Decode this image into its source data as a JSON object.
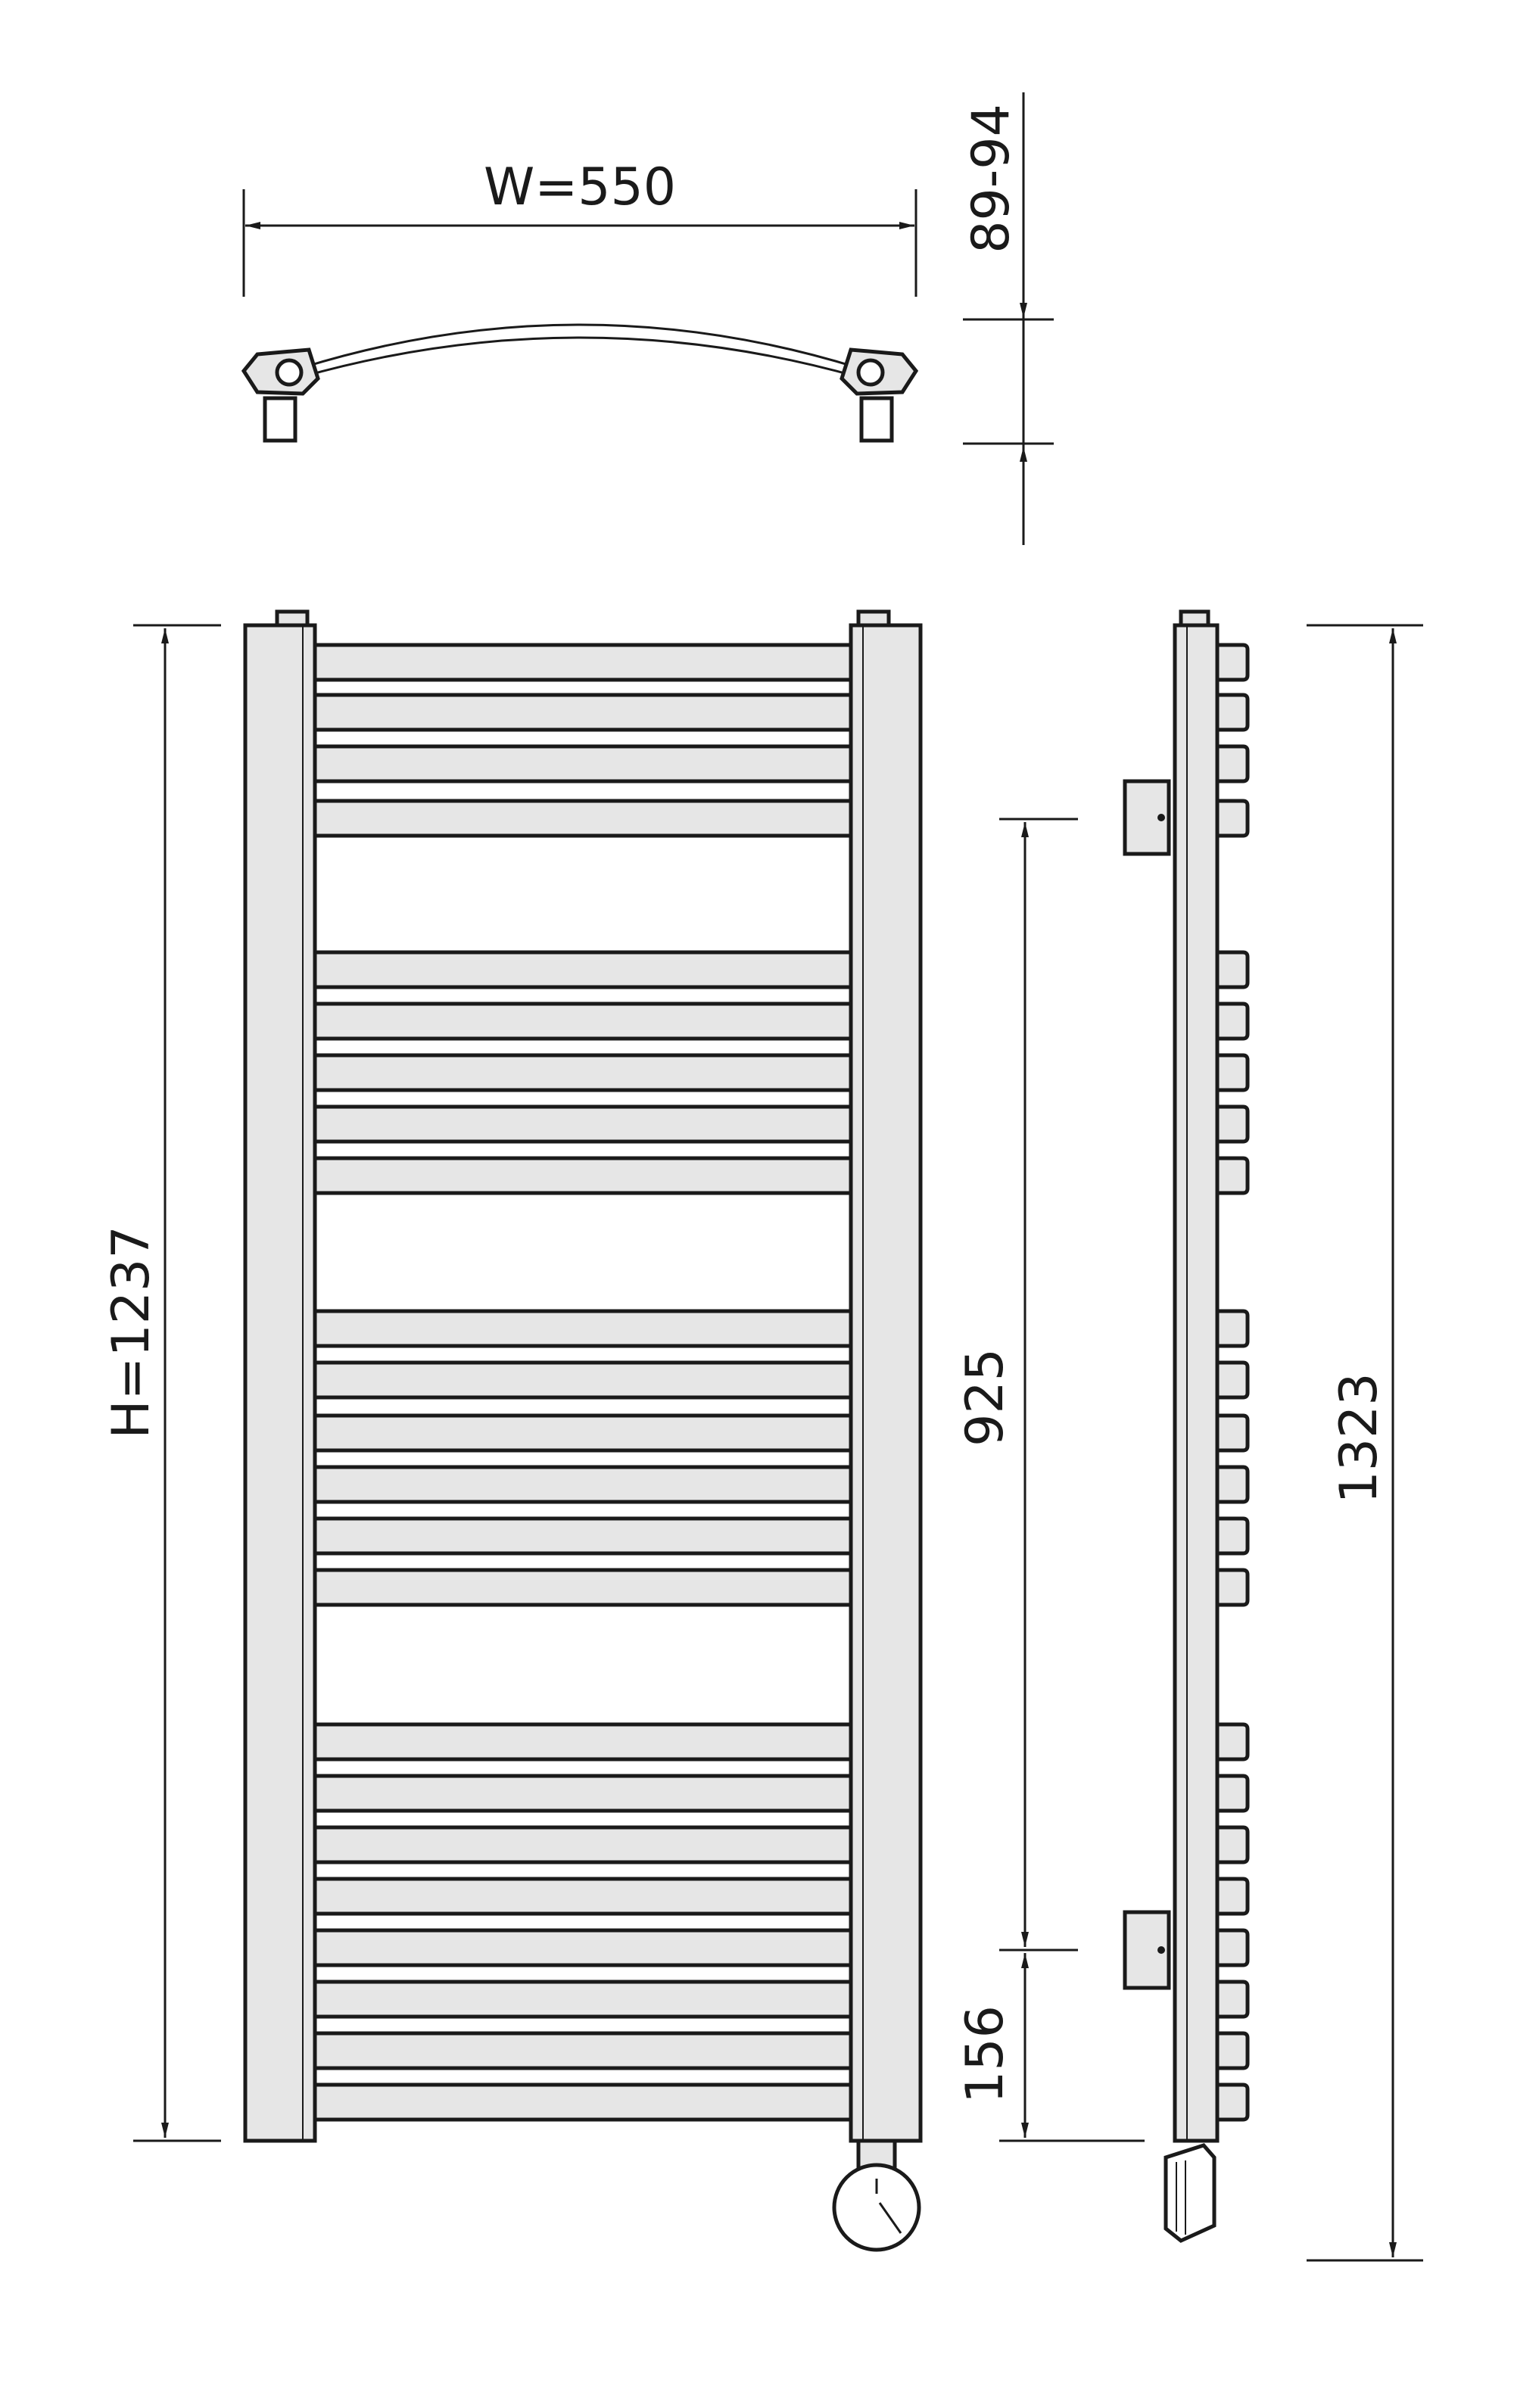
{
  "dimensions": {
    "width": "W=550",
    "depth": "89-94",
    "height": "H=1237",
    "connection_spacing": "925",
    "bottom_offset": "156",
    "total_height": "1323"
  }
}
